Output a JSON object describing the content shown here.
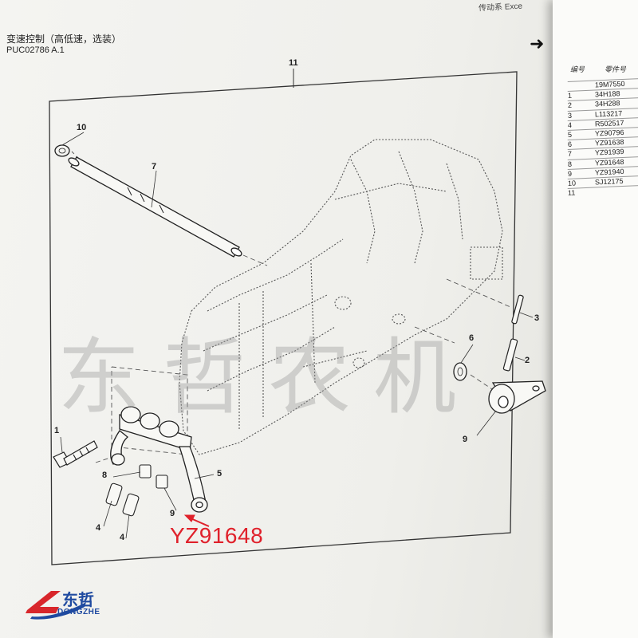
{
  "header": {
    "title": "变速控制（高低速，选装）",
    "code": "PUC02786 A.1",
    "right_header_snippet": "传动系 Exce"
  },
  "diagram": {
    "assembly_callout": "11",
    "callouts": [
      "1",
      "2",
      "3",
      "4",
      "4",
      "5",
      "6",
      "7",
      "8",
      "9",
      "9",
      "10"
    ],
    "highlight_part": "YZ91648",
    "highlight_color": "#e0212b"
  },
  "watermark": "东哲农机",
  "parts_table": {
    "headers": [
      "编号",
      "零件号"
    ],
    "rows": [
      {
        "num": "",
        "pn": "19M7550"
      },
      {
        "num": "1",
        "pn": "34H188"
      },
      {
        "num": "2",
        "pn": "34H288"
      },
      {
        "num": "3",
        "pn": "L113217"
      },
      {
        "num": "4",
        "pn": "R502517"
      },
      {
        "num": "5",
        "pn": "YZ90796"
      },
      {
        "num": "6",
        "pn": "YZ91638"
      },
      {
        "num": "7",
        "pn": "YZ91939"
      },
      {
        "num": "8",
        "pn": "YZ91648"
      },
      {
        "num": "9",
        "pn": "YZ91940"
      },
      {
        "num": "10",
        "pn": "SJ12175"
      },
      {
        "num": "11",
        "pn": ""
      }
    ]
  },
  "logo": {
    "name": "东哲",
    "sub": "DONGZHE",
    "brand_color": "#1f4aa0",
    "accent_color": "#d8262b"
  }
}
